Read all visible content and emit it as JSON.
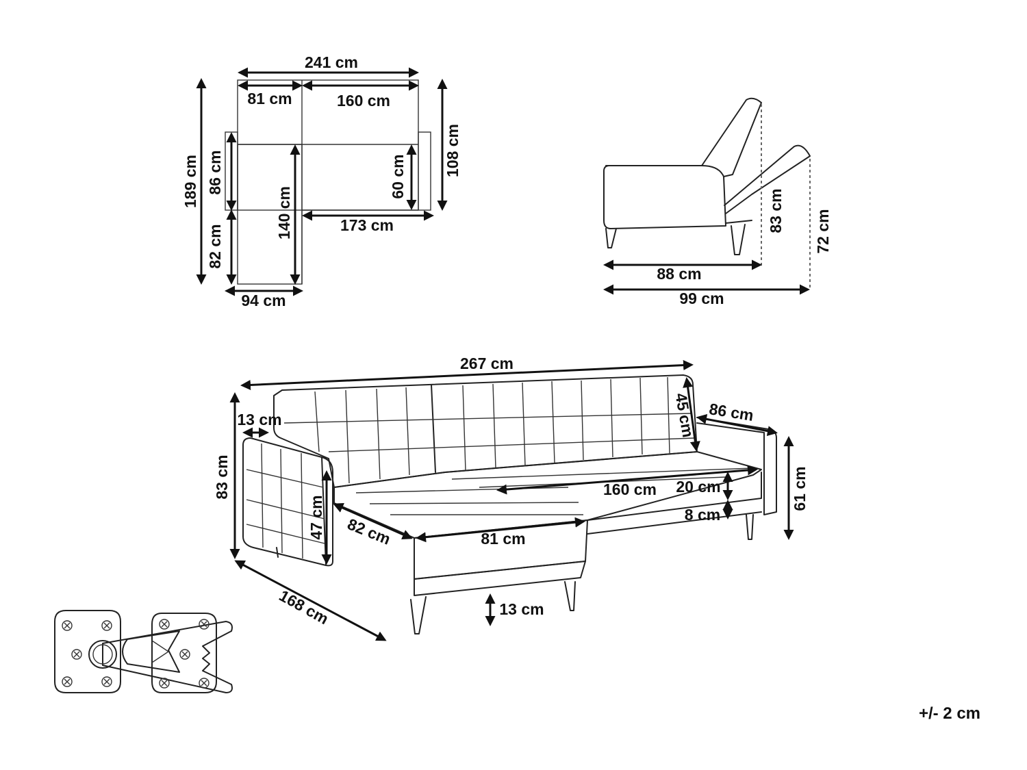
{
  "top_view": {
    "width_total": "241 cm",
    "width_seat": "160 cm",
    "width_chaise": "81 cm",
    "depth_total": "189 cm",
    "depth_back": "86 cm",
    "depth_chaise": "82 cm",
    "chaise_seat_length": "140 cm",
    "chaise_width": "94 cm",
    "seat_depth": "60 cm",
    "arm_depth": "108 cm",
    "seat_width": "173 cm"
  },
  "side_view": {
    "recline_height": "83 cm",
    "height": "72 cm",
    "depth_upright": "88 cm",
    "depth_reclined": "99 cm"
  },
  "front_view": {
    "width_total": "267 cm",
    "back_height": "45 cm",
    "arm_length": "86 cm",
    "arm_width": "13 cm",
    "height_total": "83 cm",
    "arm_height": "47 cm",
    "seat_height": "61 cm",
    "chaise_depth": "82 cm",
    "chaise_width": "81 cm",
    "seat_width": "160 cm",
    "cushion_height": "20 cm",
    "frame_height": "8 cm",
    "leg_height": "13 cm",
    "diagonal_depth": "168 cm"
  },
  "tolerance": "+/- 2 cm"
}
